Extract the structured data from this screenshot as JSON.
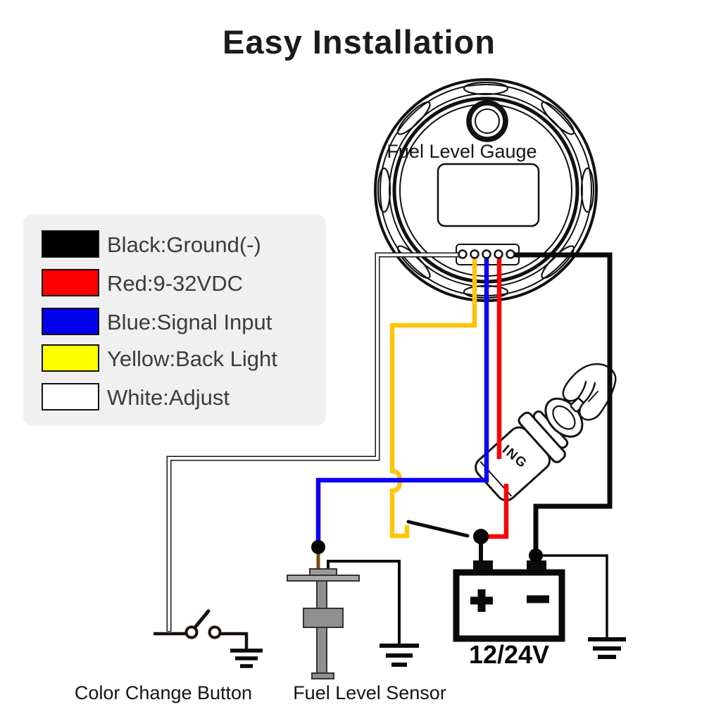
{
  "title": "Easy Installation",
  "gauge": {
    "label": "Fuel Level Gauge"
  },
  "legend": {
    "items": [
      {
        "label": "Black:Ground(-)",
        "color": "#000000"
      },
      {
        "label": "Red:9-32VDC",
        "color": "#ff0000"
      },
      {
        "label": "Blue:Signal Input",
        "color": "#0000ee"
      },
      {
        "label": "Yellow:Back Light",
        "color": "#ffff00"
      },
      {
        "label": "White:Adjust",
        "color": "#ffffff"
      }
    ]
  },
  "ignition": {
    "label": "ING"
  },
  "battery": {
    "label": "12/24V"
  },
  "labels": {
    "color_change_button": "Color Change Button",
    "fuel_level_sensor": "Fuel Level Sensor"
  },
  "colors": {
    "black": "#0a0a0a",
    "red": "#f50505",
    "blue": "#0d00f5",
    "yellow": "#ffc40a",
    "white": "#ffffff",
    "legend_bg": "#f0f0f1"
  }
}
